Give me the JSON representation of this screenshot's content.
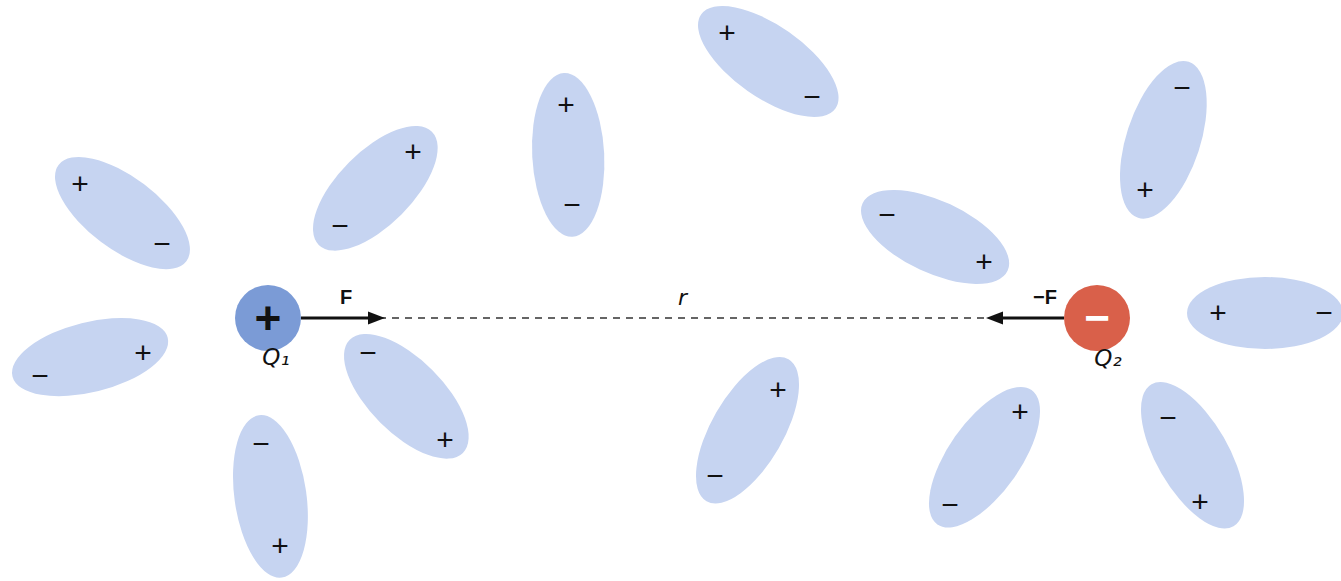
{
  "diagram": {
    "nodes": [
      {
        "text": [
          "+",
          "−"
        ]
      },
      {
        "text": [
          "−",
          "+"
        ]
      },
      {
        "text": [
          "+",
          "Q₁"
        ]
      },
      {
        "text": [
          "+",
          "−"
        ]
      },
      {
        "text": [
          "−",
          "+"
        ]
      },
      {
        "text": [
          "−",
          "+"
        ]
      },
      {
        "text": [
          "+",
          "−"
        ]
      },
      {
        "text": [
          "+",
          "−"
        ]
      },
      {
        "text": [
          "+",
          "−"
        ]
      },
      {
        "text": [
          "−",
          "+"
        ]
      },
      {
        "text": [
          "+",
          "−"
        ]
      },
      {
        "text": [
          "−",
          "Q₂"
        ]
      },
      {
        "text": [
          "−",
          "+"
        ]
      },
      {
        "text": [
          "−",
          "+"
        ]
      },
      {
        "text": [
          "+",
          "−"
        ]
      }
    ],
    "edges": [
      {
        "from": 2,
        "to": 11,
        "label": "r",
        "arrow": "none"
      }
    ],
    "labels": [
      "F",
      "−F"
    ]
  }
}
